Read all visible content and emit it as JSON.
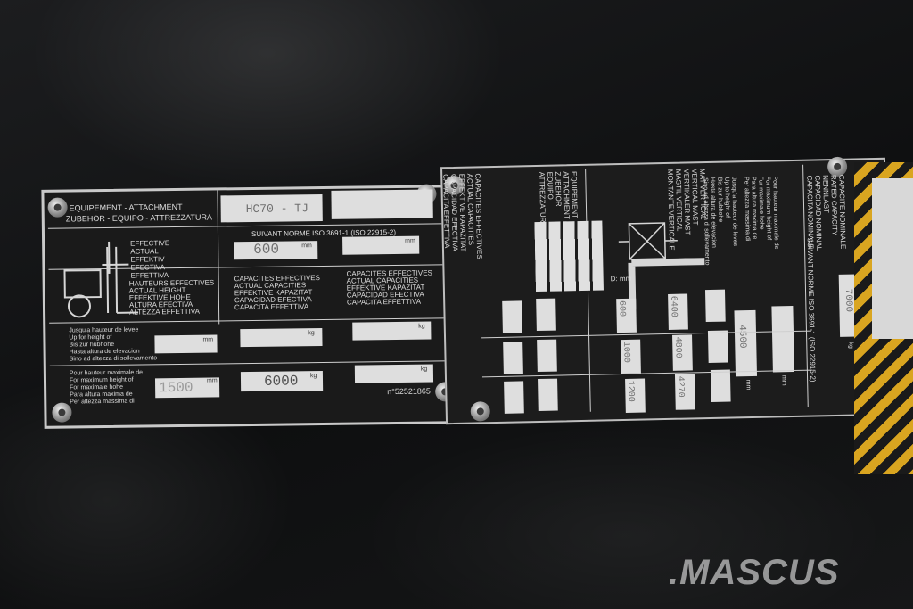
{
  "left_plate": {
    "header": "EQUIPEMENT - ATTACHMENT",
    "header2": "ZUBEHOR - EQUIPO - ATTREZZATURA",
    "model": "HC70 - TJ",
    "norm": "SUIVANT NORME ISO 3691-1 (ISO 22915-2)",
    "effective": [
      "EFFECTIVE",
      "ACTUAL",
      "EFFEKTIV",
      "EFECTIVA",
      "EFFETTIVA"
    ],
    "effective_value": "600",
    "mm": "mm",
    "kg": "kg",
    "height_labels": [
      "HAUTEURS EFFECTIVES",
      "ACTUAL HEIGHT",
      "EFFEKTIVE HOHE",
      "ALTURA EFECTIVA",
      "ALTEZZA EFFETTIVA"
    ],
    "capacities": [
      "CAPACITES EFFECTIVES",
      "ACTUAL CAPACITIES",
      "EFFEKTIVE KAPAZITAT",
      "CAPACIDAD EFECTIVA",
      "CAPACITA EFFETTIVA"
    ],
    "row1": [
      "Jusqu'a hauteur de levee",
      "Up for height of",
      "Bis zur hubhohe",
      "Hasta altura de elevacion",
      "Sino ad altezza di sollevamento"
    ],
    "row2": [
      "Pour hauteur maximale de",
      "For maximum height of",
      "For maximale hohe",
      "Para altura maxima de",
      "Per altezza massima di"
    ],
    "height_value": "1500",
    "capacity_value": "6000",
    "serial": "n°52521865"
  },
  "right_plate": {
    "col_left": [
      "CAPACITES EFFECTIVES",
      "ACTUAL CAPACITIES",
      "EFFEKTIVE KAPAZITAT",
      "CAPACIDAD EFECTIVA",
      "CAPACITA EFFETTIVA"
    ],
    "col_mid": [
      "EQUIPEMENT",
      "ATTACHMENT",
      "ZUBEHOR",
      "EQUIPO",
      "ATTREZZATURA"
    ],
    "mat": [
      "MAT VERTICAL",
      "VERTICAL MAST",
      "VERTIKALER MAST",
      "MASTIL VERTICAL",
      "MONTANTE VERTICALE"
    ],
    "col_right": [
      "CAPACITE NOMINALE",
      "RATED CAPACITY",
      "NENNLAST",
      "CAPACIDAD NOMINAL",
      "CAPACITA NOMINALE"
    ],
    "norm": "SUIVANT NORME ISO 3691-1 (ISO 22915-2)",
    "lift1": [
      "Jusqu'a hauteur de levee",
      "Up to height of",
      "Bis zur hubhohe",
      "Hasta altura de elevacion",
      "Sino ad altezza di sollevamento"
    ],
    "lift2": [
      "Pour hauteur maximale de",
      "For maximum height of",
      "Fur maximale hohe",
      "Para altura maxima de",
      "Per altezza massima di"
    ],
    "d_mm": "D: mm",
    "d_values": [
      "600",
      "1000",
      "1200"
    ],
    "cap_values": [
      "6400",
      "4800",
      "4270"
    ],
    "height": "4500",
    "rated": "7000",
    "mm": "mm",
    "kg": "kg"
  },
  "watermark": ".MASCUS"
}
